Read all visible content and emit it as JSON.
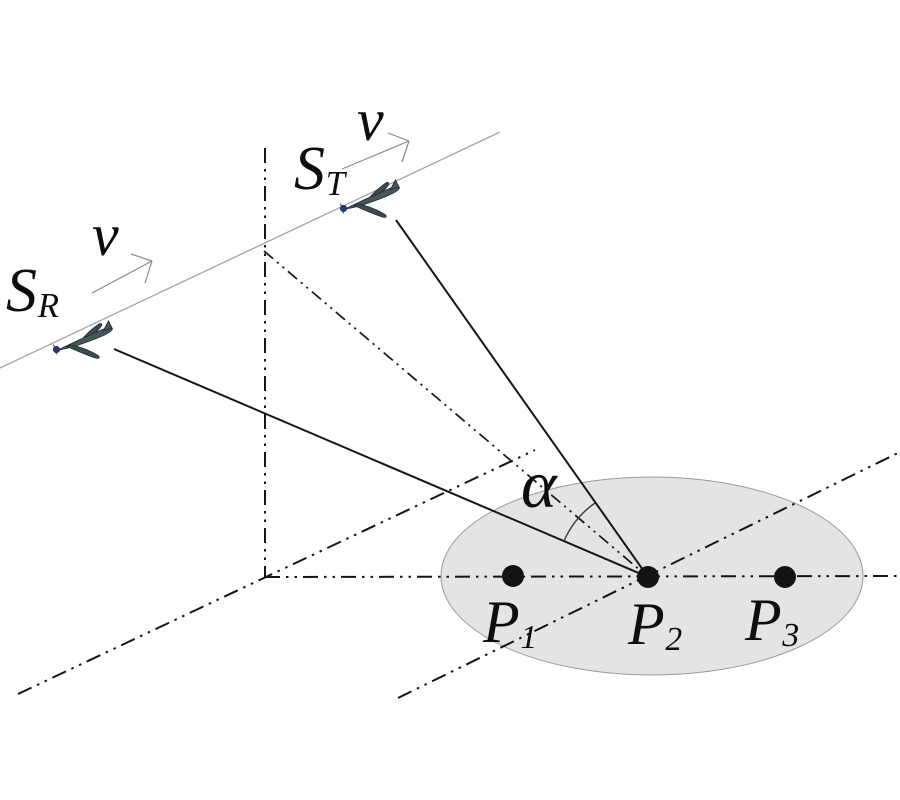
{
  "diagram": {
    "platforms": {
      "receiver": {
        "label_base": "S",
        "label_sub": "R",
        "velocity_label": "v",
        "icon": "airplane-icon"
      },
      "transmitter": {
        "label_base": "S",
        "label_sub": "T",
        "velocity_label": "v",
        "icon": "airplane-icon"
      }
    },
    "bistatic_angle_label": "α",
    "ground_points": [
      {
        "label_base": "P",
        "label_sub": "1"
      },
      {
        "label_base": "P",
        "label_sub": "2"
      },
      {
        "label_base": "P",
        "label_sub": "3"
      }
    ],
    "colors": {
      "background": "#ffffff",
      "ellipse_fill": "#e4e4e4",
      "ellipse_stroke": "#9b9b9b",
      "line_dark": "#141414",
      "flight_path_gray": "#a3a3a3",
      "arrow_gray": "#8b8b8b",
      "plane_body": "#49565c",
      "plane_nose_blue": "#2b3480"
    }
  }
}
